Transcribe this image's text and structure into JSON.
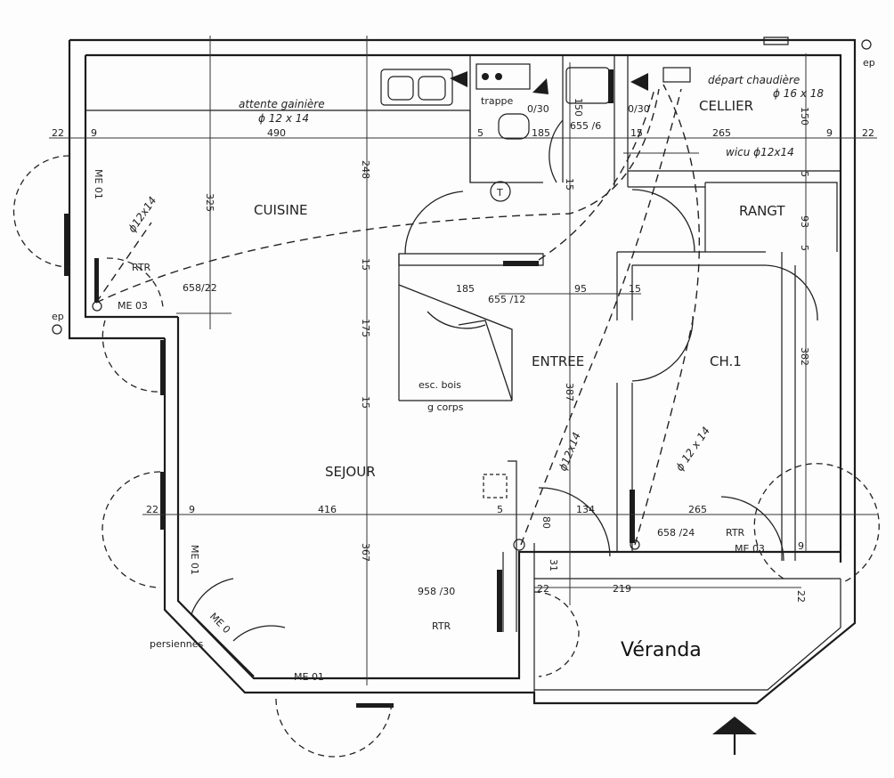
{
  "rooms": {
    "cuisine": "CUISINE",
    "sejour": "SEJOUR",
    "entree": "ENTREE",
    "ch1": "CH.1",
    "cellier": "CELLIER",
    "rangt": "RANGT",
    "veranda": "Véranda"
  },
  "notes": {
    "attente_gainiere": "attente gainière",
    "gaine_12x14": "ϕ 12 x 14",
    "depart_chaudiere": "départ chaudière",
    "gaine_16x18": "ϕ 16 x 18",
    "wicu": "wicu ϕ12x14",
    "trappe": "trappe",
    "esc_bois": "esc. bois",
    "g_corps": "g corps",
    "persiennes": "persiennes",
    "ep_top": "ep",
    "ep_left": "ep",
    "t_symbol": "T",
    "pipe_kitchen": "ϕ12x14",
    "pipe_entree": "ϕ12x14",
    "pipe_ch1": "ϕ 12 x 14"
  },
  "labels": {
    "rtr_kitchen": "RTR",
    "rtr_sejour": "RTR",
    "rtr_ch1": "RTR",
    "me01_left": "ME 01",
    "me03_left": "ME 03",
    "me01_sejour": "ME 01",
    "me0_diag": "ME 0",
    "me01_bottom": "ME 01",
    "me03_ch1": "ME 03",
    "win_kitchen": "658/22",
    "win_entree": "655 /12",
    "win_wc": "655 /6",
    "win_sejour": "958 /30",
    "win_ch1": "658 /24",
    "win_030_a": "0/30",
    "win_030_b": "0/30"
  },
  "dims": {
    "d22_tl": "22",
    "d9_tl": "9",
    "d490": "490",
    "d5_wc": "5",
    "d185_wc": "185",
    "d15_wc": "15",
    "d265_top": "265",
    "d9_tr": "9",
    "d22_tr": "22",
    "d150_a": "150",
    "d150_b": "150",
    "d248": "248",
    "d325": "325",
    "d15_v1": "15",
    "d175": "175",
    "d15_v2": "15",
    "d367": "367",
    "d185_stair": "185",
    "d95": "95",
    "d15_ent": "15",
    "d15_vert": "15",
    "d93": "93",
    "d5_r1": "5",
    "d5_r2": "5",
    "d382": "382",
    "d387": "387",
    "d22_ml": "22",
    "d9_ml": "9",
    "d416": "416",
    "d5_mid": "5",
    "d134": "134",
    "d265_ch": "265",
    "d9_ch": "9",
    "d22_br": "22",
    "d22_ver": "22",
    "d219": "219",
    "d80": "80",
    "d31": "31"
  }
}
